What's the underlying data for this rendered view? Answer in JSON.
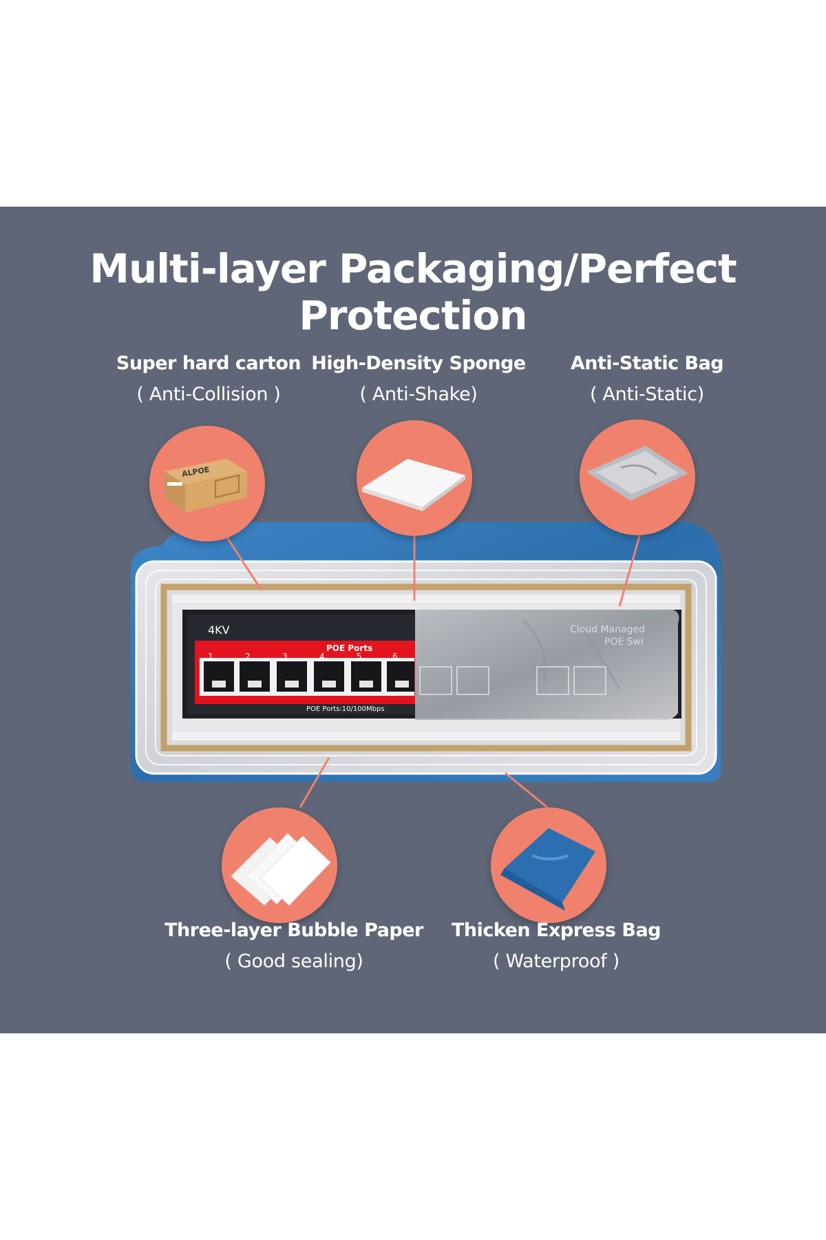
{
  "title": "Multi-layer Packaging/Perfect Protection",
  "layers": [
    {
      "name": "Super hard carton",
      "note": "( Anti-Collision )"
    },
    {
      "name": "High-Density Sponge",
      "note": "( Anti-Shake)"
    },
    {
      "name": "Anti-Static Bag",
      "note": "( Anti-Static)"
    },
    {
      "name": "Three-layer Bubble Paper",
      "note": "( Good sealing)"
    },
    {
      "name": "Thicken Express Bag",
      "note": "( Waterproof )"
    }
  ],
  "switch": {
    "badge": "4KV",
    "poe_header": "POE Ports",
    "poe_footer": "POE Ports:10/100Mbps",
    "port_numbers": [
      "1",
      "2",
      "3",
      "4",
      "5",
      "6"
    ],
    "bag_text_1": "Cloud Managed",
    "bag_text_2": "POE Swi",
    "carton_brand": "ALPOE"
  },
  "colors": {
    "background": "#5f6677",
    "circle": "#f0826d",
    "switch_red": "#e3141e",
    "express_bag": "#2b6fb0"
  },
  "icons": [
    "carton-icon",
    "sponge-icon",
    "anti-static-bag-icon",
    "bubble-paper-icon",
    "express-bag-icon"
  ]
}
